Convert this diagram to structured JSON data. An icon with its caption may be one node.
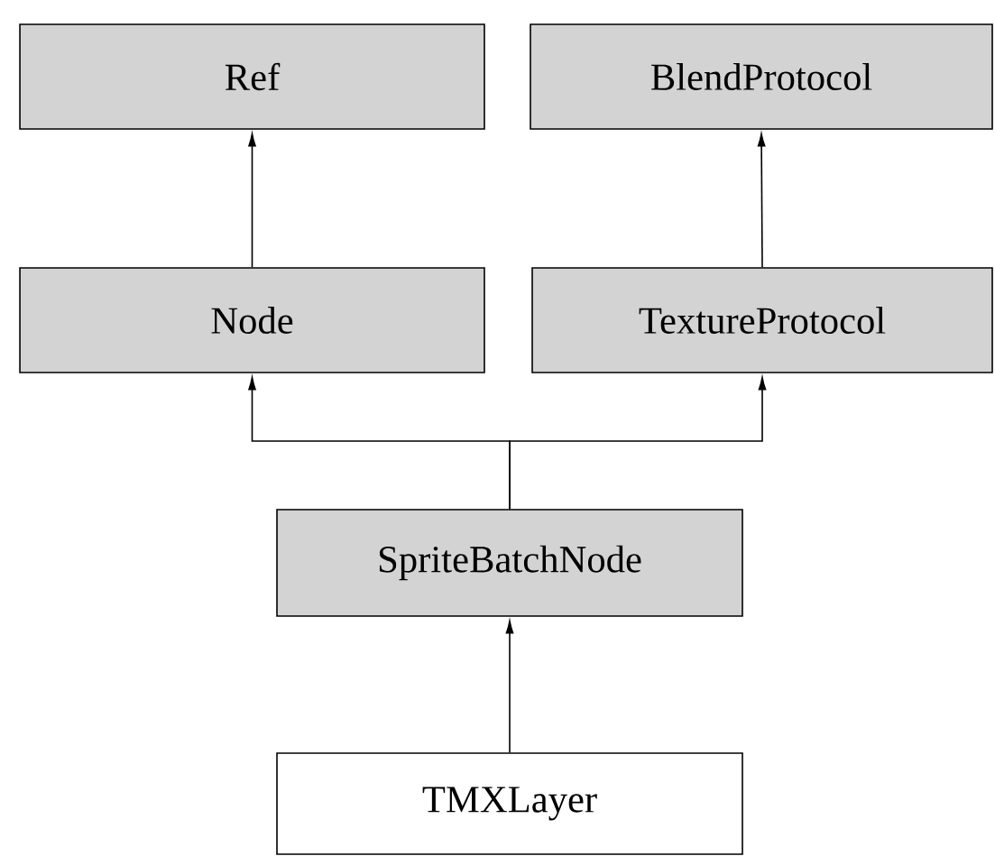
{
  "diagram": {
    "nodes": [
      {
        "text": [
          "Ref"
        ]
      },
      {
        "text": [
          "BlendProtocol"
        ]
      },
      {
        "text": [
          "Node"
        ]
      },
      {
        "text": [
          "TextureProtocol"
        ]
      },
      {
        "text": [
          "SpriteBatchNode"
        ]
      },
      {
        "text": [
          "TMXLayer"
        ]
      }
    ],
    "edges": [
      {
        "from": 2,
        "to": 0,
        "arrow": "to"
      },
      {
        "from": 3,
        "to": 1,
        "arrow": "to"
      },
      {
        "from": 4,
        "to": 2,
        "arrow": "to"
      },
      {
        "from": 4,
        "to": 3,
        "arrow": "to"
      },
      {
        "from": 5,
        "to": 4,
        "arrow": "to"
      }
    ]
  }
}
